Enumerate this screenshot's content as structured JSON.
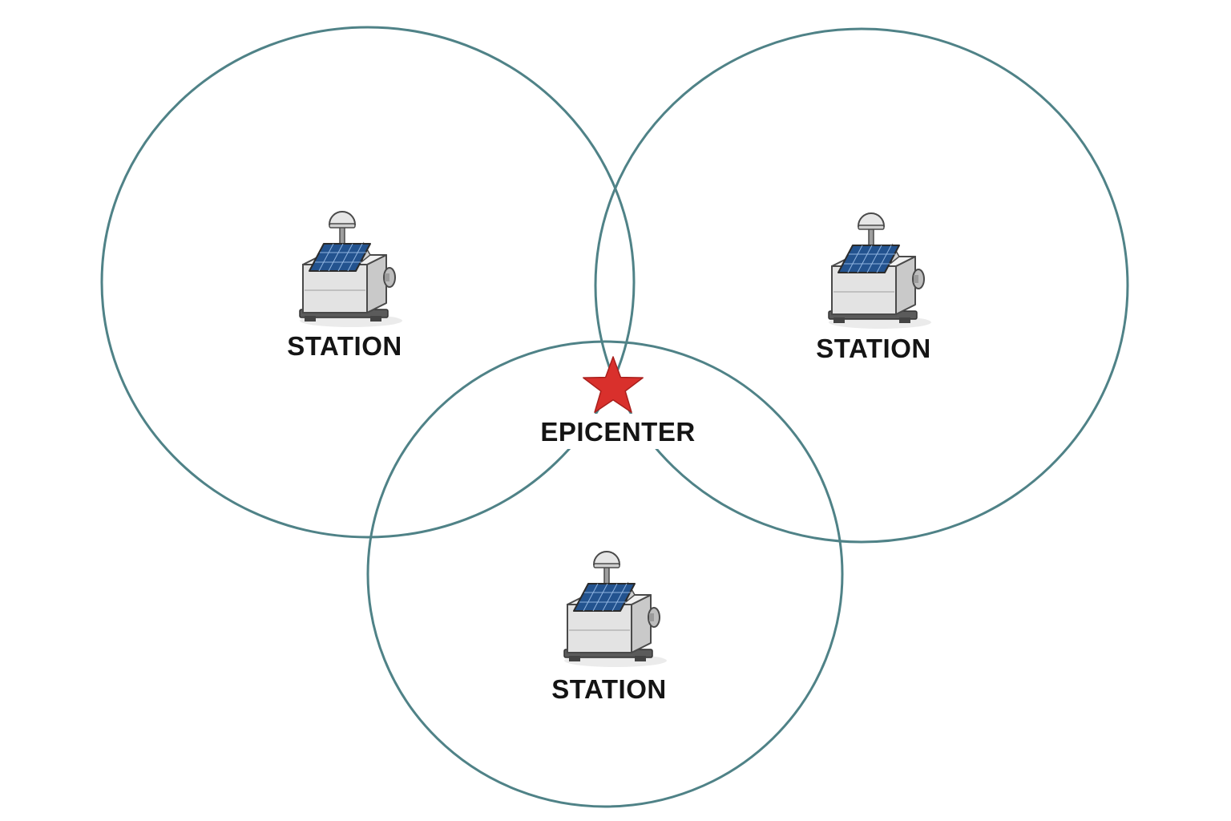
{
  "diagram": {
    "colors": {
      "background": "#ffffff",
      "circle_stroke": "#4f8287",
      "epicenter_star": "#d9302c",
      "label_text": "#141414",
      "solar_panel": "#23538f",
      "station_body": "#e3e3e3"
    },
    "stations": [
      {
        "label": "STATION",
        "icon": "seismic-station-icon"
      },
      {
        "label": "STATION",
        "icon": "seismic-station-icon"
      },
      {
        "label": "STATION",
        "icon": "seismic-station-icon"
      }
    ],
    "epicenter": {
      "label": "EPICENTER",
      "icon": "star-icon"
    }
  }
}
